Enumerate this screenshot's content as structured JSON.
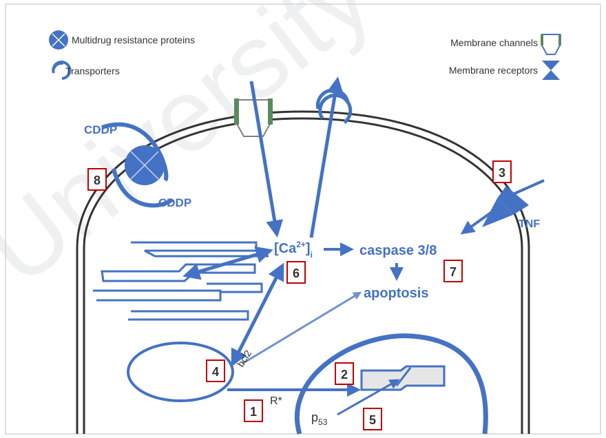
{
  "watermark": "University",
  "legend": {
    "mdr": "Multidrug resistance proteins",
    "transporters": "Transporters",
    "channels": "Membrane channels",
    "receptors": "Membrane receptors"
  },
  "labels": {
    "cddp_top": "CDDP",
    "cddp_bottom": "CDDP",
    "ca_base": "[Ca",
    "ca_sup": "2+",
    "ca_close": "]",
    "ca_sub": "i",
    "caspase": "caspase 3/8",
    "apoptosis": "apoptosis",
    "tnf": "TNF",
    "bcl2": "bcl2",
    "r_star": "R*",
    "p53_base": "p",
    "p53_sub": "53"
  },
  "steps": [
    "1",
    "2",
    "3",
    "4",
    "5",
    "6",
    "7",
    "8"
  ],
  "colors": {
    "primary": "#4472c4",
    "step_border": "#c00000",
    "channel_green": "#5b8a5b"
  }
}
